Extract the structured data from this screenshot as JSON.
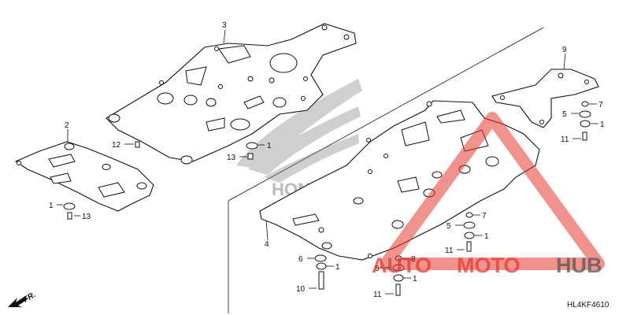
{
  "diagram": {
    "code": "HL4KF4610",
    "direction_label": "FR.",
    "callouts": {
      "p1": "1",
      "p2": "2",
      "p3": "3",
      "p4": "4",
      "p5": "5",
      "p6": "6",
      "p7": "7",
      "p8": "8",
      "p9": "9",
      "p10": "10",
      "p11": "11",
      "p12": "12",
      "p13": "13"
    }
  },
  "watermark": {
    "honda": "HONDA",
    "brand_a": "AUTO",
    "brand_b": "MOTO",
    "brand_c": "HUB",
    "color_red": "#e8392f",
    "color_dark": "#555555"
  }
}
